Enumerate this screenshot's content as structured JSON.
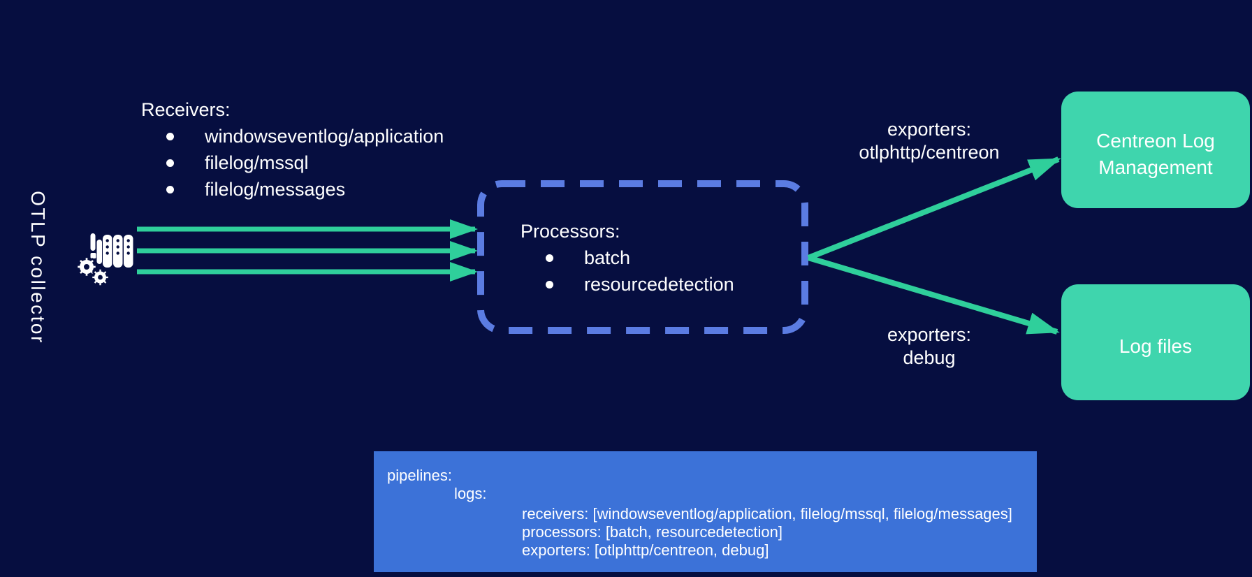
{
  "colors": {
    "background": "#060e40",
    "arrow_green": "#2fcf9b",
    "teal_box": "#3fd5ad",
    "dashed_border": "#5b7ce2",
    "code_background": "#3c72d8",
    "text": "#ffffff"
  },
  "collector": {
    "label": "OTLP collector"
  },
  "receivers": {
    "heading": "Receivers:",
    "items": [
      "windowseventlog/application",
      "filelog/mssql",
      "filelog/messages"
    ]
  },
  "processors": {
    "heading": "Processors:",
    "items": [
      "batch",
      "resourcedetection"
    ]
  },
  "exporter_top": {
    "line1": "exporters:",
    "line2": "otlphttp/centreon"
  },
  "exporter_bottom": {
    "line1": "exporters:",
    "line2": "debug"
  },
  "destinations": {
    "centreon": "Centreon Log Management",
    "logfiles": "Log files"
  },
  "code": {
    "lines": [
      {
        "indent": 0,
        "text": "pipelines:"
      },
      {
        "indent": 1,
        "text": "logs:"
      },
      {
        "indent": 2,
        "text": "receivers: [windowseventlog/application, filelog/mssql, filelog/messages]"
      },
      {
        "indent": 2,
        "text": "processors: [batch, resourcedetection]"
      },
      {
        "indent": 2,
        "text": "exporters: [otlphttp/centreon, debug]"
      }
    ]
  }
}
